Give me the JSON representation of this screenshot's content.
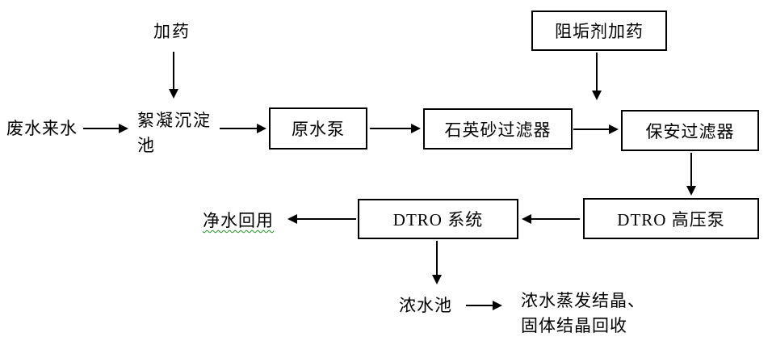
{
  "nodes": {
    "dosing_label": "加药",
    "influent_label": "废水来水",
    "floc_tank_label": "絮凝沉淀池",
    "raw_water_pump": "原水泵",
    "quartz_sand_filter": "石英砂过滤器",
    "antiscalant_dosing": "阻垢剂加药",
    "security_filter": "保安过滤器",
    "dtro_hp_pump": "DTRO 高压泵",
    "dtro_system": "DTRO 系统",
    "clean_water_reuse": "净水回用",
    "concentrate_tank": "浓水池",
    "evaporation_line1": "浓水蒸发结晶、",
    "evaporation_line2": "固体结晶回收"
  },
  "colors": {
    "line": "#000000",
    "text": "#000000",
    "background": "#ffffff",
    "spellcheck_underline": "#1f9a1f"
  }
}
